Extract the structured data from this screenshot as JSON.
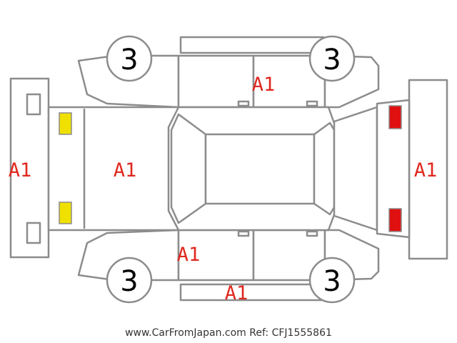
{
  "labels": {
    "grade_a1": "A1",
    "tire": "3"
  },
  "footer": {
    "watermark": "www.CarFromJapan.com Ref: CFJ1555861"
  },
  "colors": {
    "grade_text": "#e0281f",
    "outline": "#8c8c8c",
    "headlight": "#f0e000",
    "taillight": "#e01010"
  }
}
